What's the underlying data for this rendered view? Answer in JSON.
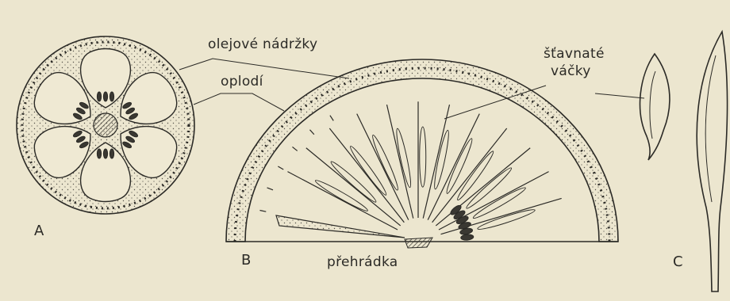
{
  "labels": {
    "oil_glands": "olejové nádržky",
    "pericarp": "oplodí",
    "juice_vesicles_line1": "šťavnaté",
    "juice_vesicles_line2": "váčky",
    "septum": "přehrádka"
  },
  "figures": {
    "a": "A",
    "b": "B",
    "c": "C"
  },
  "colors": {
    "paper": "#ece6cf",
    "ink": "#2b2a26"
  }
}
